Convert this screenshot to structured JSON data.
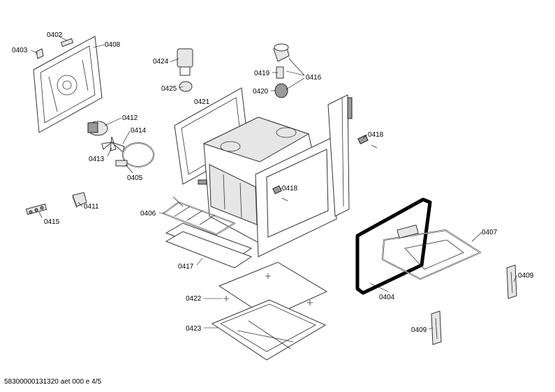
{
  "callouts": {
    "c0402": "0402",
    "c0403": "0403",
    "c0408": "0408",
    "c0424": "0424",
    "c0425": "0425",
    "c0419": "0419",
    "c0416": "0416",
    "c0420": "0420",
    "c0421": "0421",
    "c0412": "0412",
    "c0414": "0414",
    "c0413": "0413",
    "c0405": "0405",
    "c0418a": "0418",
    "c0418b": "0418",
    "c0411": "0411",
    "c0415": "0415",
    "c0406": "0406",
    "c0407": "0407",
    "c0417": "0417",
    "c0409a": "0409",
    "c0404": "0404",
    "c0422": "0422",
    "c0423": "0423",
    "c0409b": "0409"
  },
  "footer": {
    "document_id": "58300000131320 aet 000 e 4/5"
  }
}
